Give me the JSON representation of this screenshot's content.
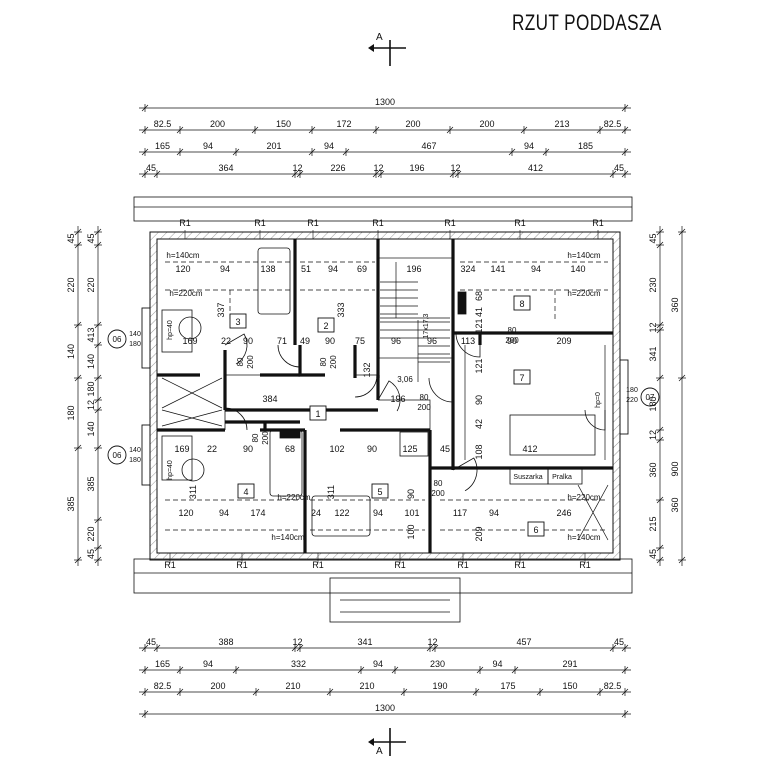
{
  "title": "RZUT PODDASZA",
  "section_label": "A",
  "dims": {
    "top_total": "1300",
    "top_row1": [
      "82.5",
      "200",
      "150",
      "172",
      "200",
      "200",
      "213",
      "82.5"
    ],
    "top_row2": [
      "165",
      "94",
      "201",
      "94",
      "467",
      "94",
      "185"
    ],
    "top_row3": [
      "45",
      "364",
      "12",
      "226",
      "12",
      "196",
      "12",
      "412",
      "45"
    ],
    "bot_row1": [
      "45",
      "388",
      "12",
      "341",
      "12",
      "457",
      "45"
    ],
    "bot_row2": [
      "165",
      "94",
      "332",
      "94",
      "230",
      "94",
      "291"
    ],
    "bot_row3": [
      "82.5",
      "200",
      "210",
      "210",
      "190",
      "175",
      "150",
      "82.5"
    ],
    "bot_total": "1300",
    "left": [
      "45",
      "220",
      "413",
      "140",
      "180",
      "12",
      "140",
      "385",
      "220",
      "45"
    ],
    "right_inner": [
      "45",
      "230",
      "12",
      "341",
      "180",
      "12",
      "360",
      "215",
      "45"
    ],
    "right_outer": [
      "360",
      "900",
      "360"
    ]
  },
  "rafters": "R1",
  "rooms": {
    "r1": "1",
    "r2": "2",
    "r3": "3",
    "r4": "4",
    "r5": "5",
    "r6": "6",
    "r7": "7",
    "r8": "8"
  },
  "heights": {
    "h140": "h=140cm",
    "h220": "h=220cm",
    "hp40": "hp=40",
    "hp0": "hp=0"
  },
  "labels": {
    "windows": [
      "06",
      "06",
      "07"
    ],
    "win_left": [
      "140",
      "180"
    ],
    "win_right": [
      "180",
      "220"
    ],
    "door": [
      "80",
      "200"
    ],
    "stair_level": "3,06",
    "stair_steps": "17x17,3",
    "appliances": [
      "Suszarka",
      "Pralka"
    ]
  },
  "inner_dims": {
    "room3_top": [
      "120",
      "94",
      "138"
    ],
    "room2_top": [
      "51",
      "94",
      "69"
    ],
    "stair_top": "196",
    "room8_top": [
      "324",
      "141",
      "94",
      "140"
    ],
    "row_upper": [
      "169",
      "22",
      "90",
      "71",
      "49",
      "90",
      "75",
      "96",
      "96",
      "113",
      "90",
      "209"
    ],
    "hall": [
      "384",
      "196"
    ],
    "row_mid": [
      "169",
      "22",
      "90",
      "68",
      "102",
      "90",
      "125",
      "45",
      "412"
    ],
    "room_bottom": [
      "120",
      "94",
      "174",
      "24",
      "122",
      "94",
      "101",
      "117",
      "94",
      "246"
    ],
    "vertical": [
      "337",
      "333",
      "68",
      "121",
      "41",
      "121",
      "90",
      "42",
      "108",
      "90",
      "311",
      "311",
      "132",
      "100",
      "209"
    ]
  }
}
